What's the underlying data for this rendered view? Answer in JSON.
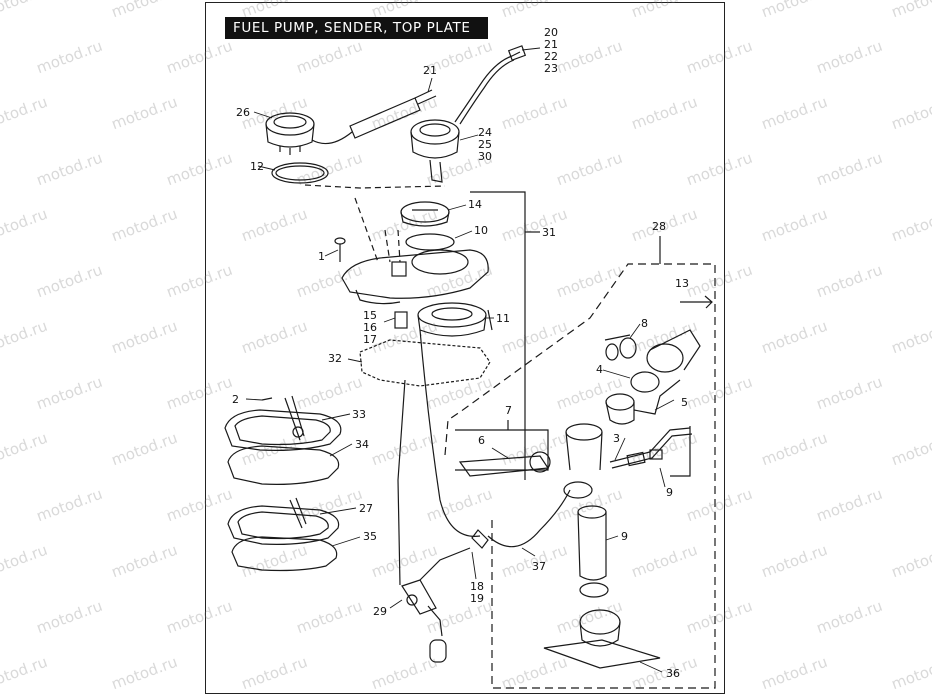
{
  "title": "FUEL PUMP, SENDER, TOP PLATE",
  "watermark": "motod.ru",
  "callouts": {
    "c1": "1",
    "c2": "2",
    "c3": "3",
    "c4": "4",
    "c5": "5",
    "c6": "6",
    "c7": "7",
    "c8": "8",
    "c9a": "9",
    "c9b": "9",
    "c10": "10",
    "c11": "11",
    "c12": "12",
    "c13": "13",
    "c14": "14",
    "c15": "15",
    "c16": "16",
    "c17": "17",
    "c18": "18",
    "c19": "19",
    "c20": "20",
    "c21a": "21",
    "c21b": "21",
    "c22": "22",
    "c23": "23",
    "c24": "24",
    "c25": "25",
    "c26": "26",
    "c27": "27",
    "c28": "28",
    "c29": "29",
    "c30": "30",
    "c31": "31",
    "c32": "32",
    "c33": "33",
    "c34": "34",
    "c35": "35",
    "c36": "36",
    "c37": "37"
  }
}
